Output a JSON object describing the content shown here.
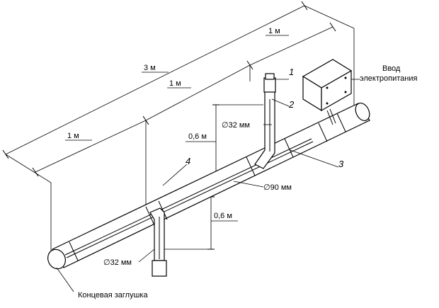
{
  "dimensions": {
    "total_length": "3 м",
    "segment_top": "1 м",
    "segment_mid": "1 м",
    "segment_left": "1 м",
    "upper_riser_height": "0,6 м",
    "lower_riser_height": "0,6 м"
  },
  "diameters": {
    "upper_branch": "∅32 мм",
    "main_pipe": "∅90 мм",
    "lower_branch": "∅32 мм"
  },
  "callouts": {
    "n1": "1",
    "n2": "2",
    "n3": "3",
    "n4": "4"
  },
  "labels": {
    "power_input_line1": "Ввод",
    "power_input_line2": "электропитания",
    "end_cap": "Концевая заглушка"
  },
  "colors": {
    "stroke": "#000000",
    "background": "#ffffff"
  }
}
